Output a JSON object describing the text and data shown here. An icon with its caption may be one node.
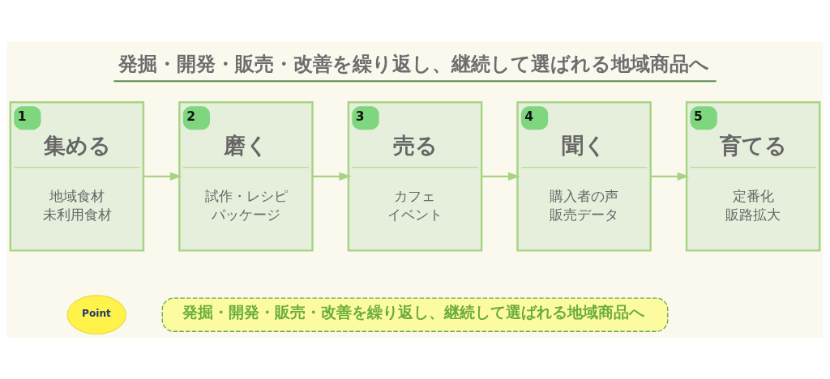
{
  "diagram": {
    "title": "発掘・開発・販売・改善を繰り返し、継続して選ばれる地域商品へ",
    "nodes": [
      {
        "text": [
          "1",
          "集める",
          "地域食材",
          "未利用食材"
        ]
      },
      {
        "text": [
          "2",
          "磨く",
          "試作・レシピ",
          "パッケージ"
        ]
      },
      {
        "text": [
          "3",
          "売る",
          "カフェ",
          "イベント"
        ]
      },
      {
        "text": [
          "4",
          "聞く",
          "購入者の声",
          "販売データ"
        ]
      },
      {
        "text": [
          "5",
          "育てる",
          "定番化",
          "販路拡大"
        ]
      },
      {
        "text": [
          "Point"
        ]
      },
      {
        "text": [
          "発掘・開発・販売・改善を繰り返し、継続して選ばれる地域商品へ"
        ]
      }
    ],
    "edges": [
      {
        "from": 0,
        "to": 1,
        "arrow": "to"
      },
      {
        "from": 1,
        "to": 2,
        "arrow": "to"
      },
      {
        "from": 2,
        "to": 3,
        "arrow": "to"
      },
      {
        "from": 3,
        "to": 4,
        "arrow": "to"
      }
    ]
  }
}
